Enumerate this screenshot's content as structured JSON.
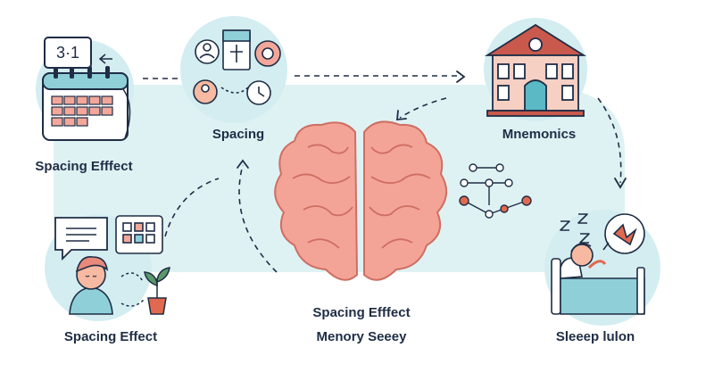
{
  "labels": {
    "top_left": "Spacing Efffect",
    "top_center": "Spacing",
    "top_right": "Mnemonics",
    "bottom_left": "Spacing Effect",
    "center_line1": "Spacing Efffect",
    "center_line2": "Menory Seeey",
    "bottom_right": "Sleeep lulon"
  },
  "calendar_text": "3·1",
  "colors": {
    "band": "#dff2f3",
    "circle": "#d3edf1",
    "outline": "#1f2d45",
    "brain": "#f3a496",
    "brain_dark": "#cf6e63",
    "accent_red": "#e0694f",
    "house_red": "#c9594d",
    "teal": "#5bb9c6",
    "plant_green": "#5a9a6a",
    "skin": "#f7b9a1",
    "hair": "#e8897b"
  },
  "icons": [
    "calendar-icon",
    "study-tools-icon",
    "clock-icon",
    "library-building-icon",
    "brain-icon",
    "network-icon",
    "speech-bubble-icon",
    "quiz-card-icon",
    "student-icon",
    "plant-icon",
    "sleeping-person-icon",
    "zzz-icon",
    "dream-cloud-icon"
  ]
}
